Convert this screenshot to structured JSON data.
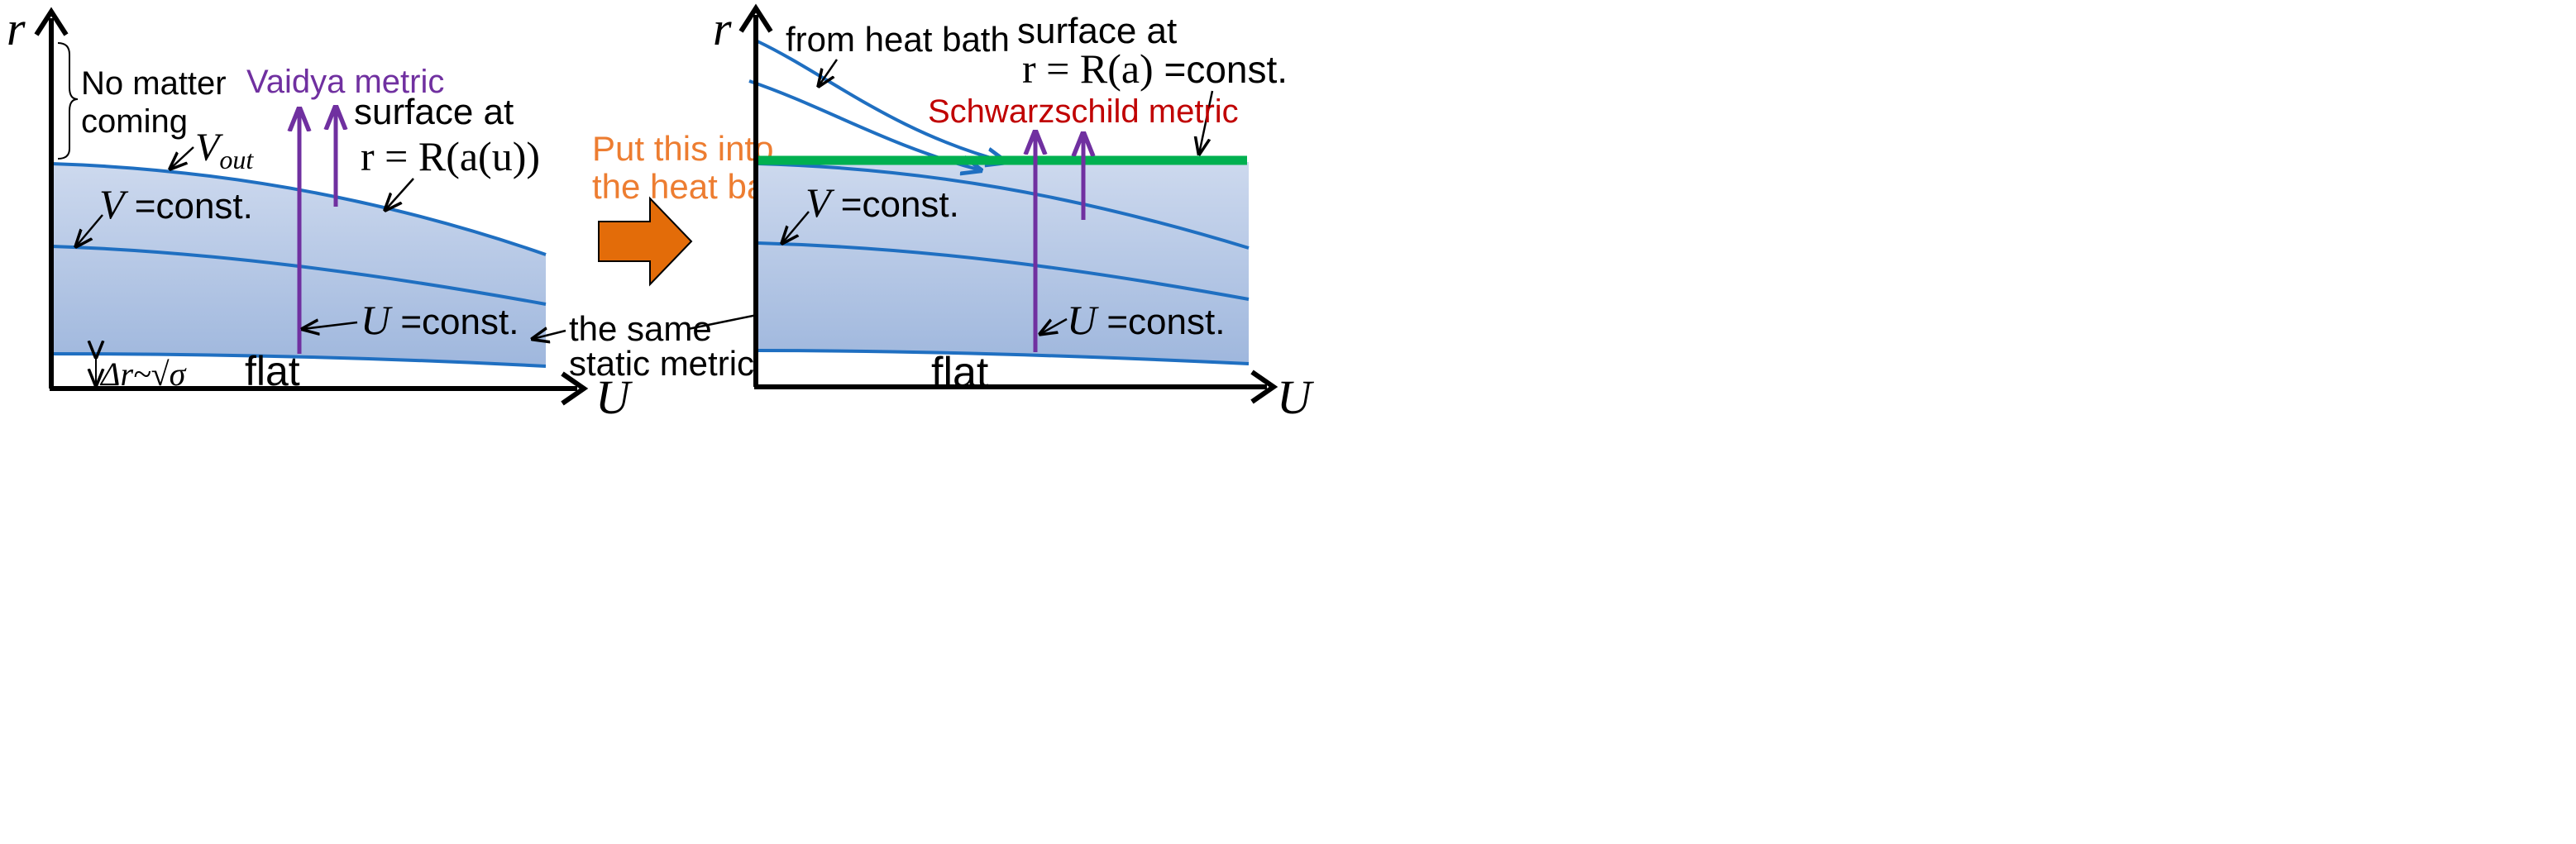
{
  "colors": {
    "axis": "#000000",
    "curve": "#1f6fc1",
    "fill_top": "#cdd9ee",
    "fill_bottom": "#9fb7dd",
    "purple": "#7030a0",
    "green": "#00b050",
    "red": "#c00000",
    "orange_text": "#ed7d31",
    "orange_arrow": "#e36c09"
  },
  "left": {
    "axis_y_label": "r",
    "axis_x_label": "U",
    "brace_label_1": "No matter",
    "brace_label_2": "coming",
    "vout_symbol": "V",
    "vout_sub": "out",
    "v_const_symbol": "V",
    "v_const_text": " =const.",
    "vaidya_label": "Vaidya metric",
    "surface_label_1": "surface at",
    "surface_label_2": "r = R(a(u))",
    "u_const_symbol": "U",
    "u_const_text": " =const.",
    "delta_r_label": "Δr~√σ",
    "flat_label": "flat"
  },
  "middle": {
    "put_label_1": "Put this into",
    "put_label_2": "the heat bath.",
    "same_label_1": "the same",
    "same_label_2": "static metric"
  },
  "right": {
    "axis_y_label": "r",
    "axis_x_label": "U",
    "heat_bath_label": "from heat bath",
    "surface_label_1": "surface at",
    "surface_label_2": "r = R(a)",
    "surface_label_3": " =const.",
    "schwarzschild_label": "Schwarzschild metric",
    "v_const_symbol": "V",
    "v_const_text": " =const.",
    "u_const_symbol": "U",
    "u_const_text": " =const.",
    "flat_label": "flat"
  }
}
